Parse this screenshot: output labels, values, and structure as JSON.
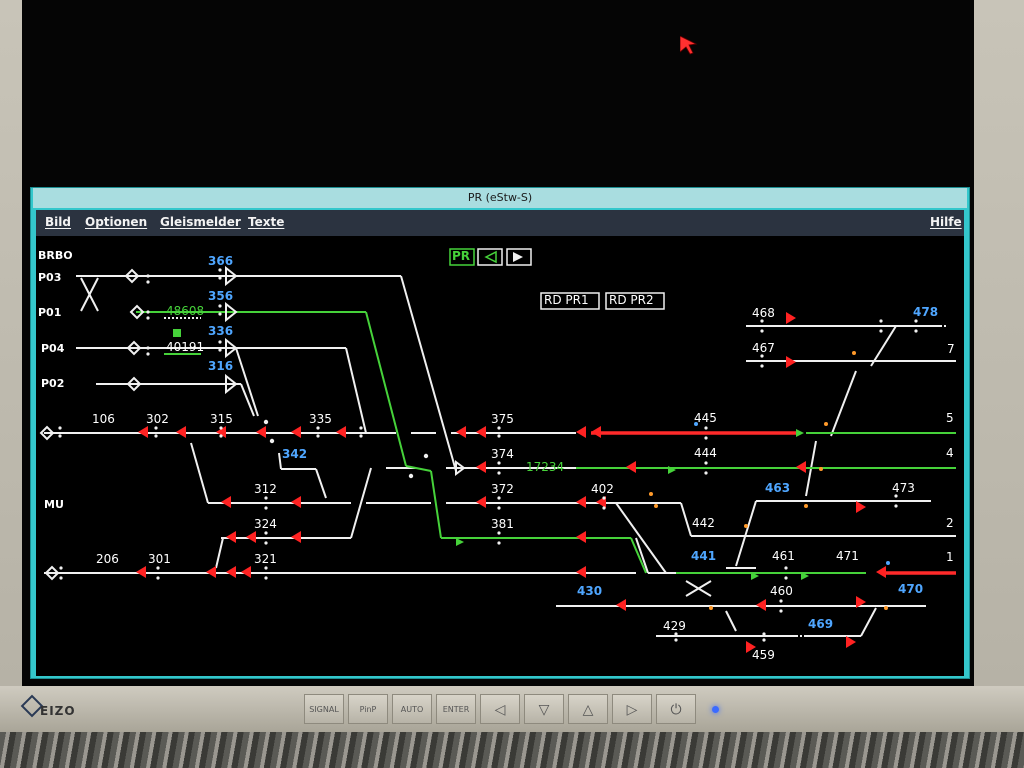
{
  "window": {
    "title": "PR (eStw-S)"
  },
  "menu": {
    "bild": "Bild",
    "optionen": "Optionen",
    "gleismelder": "Gleismelder",
    "texte": "Texte",
    "hilfe": "Hilfe"
  },
  "station_labels": {
    "brbo": "BRBO",
    "p03": "P03",
    "p01": "P01",
    "p04": "P04",
    "p02": "P02",
    "mu": "MU"
  },
  "status_boxes": {
    "pr": "PR",
    "rd_pr1": "RD PR1",
    "rd_pr2": "RD PR2"
  },
  "train_numbers": {
    "t48608": "48608",
    "t40191": "40191",
    "t17234": "17234"
  },
  "signals_white": [
    "106",
    "302",
    "315",
    "335",
    "375",
    "374",
    "372",
    "312",
    "324",
    "381",
    "402",
    "206",
    "301",
    "321",
    "445",
    "444",
    "442",
    "461",
    "471",
    "460",
    "429",
    "459",
    "468",
    "467",
    "473"
  ],
  "signals_blue": [
    "366",
    "356",
    "336",
    "316",
    "342",
    "463",
    "441",
    "430",
    "470",
    "469",
    "478"
  ],
  "track_numbers": [
    "5",
    "4",
    "2",
    "1",
    "7"
  ],
  "colors": {
    "track": "#f0f0f0",
    "route_set": "#46d23a",
    "occupied": "#ff2a2a",
    "signal_red": "#ff2222",
    "blue_label": "#4fa6ff",
    "window_frame": "#34c7cc"
  },
  "monitor": {
    "brand": "EIZO",
    "buttons": [
      "SIGNAL 1·2",
      "PinP",
      "AUTO",
      "ENTER",
      "◁",
      "▽",
      "△",
      "▷",
      "⏻"
    ]
  }
}
